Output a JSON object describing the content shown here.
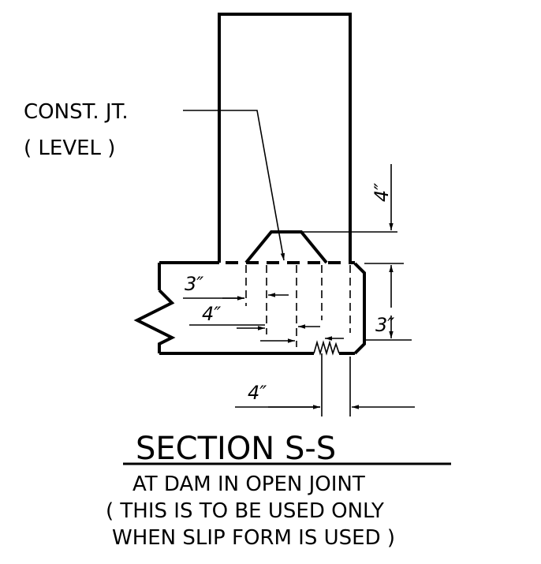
{
  "labels": {
    "const_joint_line1": "CONST. JT.",
    "const_joint_line2": "( LEVEL )"
  },
  "dimensions": {
    "dim_4in_vertical": "4″",
    "dim_3in_left": "3″",
    "dim_4in_left": "4″",
    "dim_3in_right": "3″",
    "dim_4in_bottom": "4″"
  },
  "title": {
    "main": "SECTION S-S",
    "line1": "AT DAM IN OPEN JOINT",
    "line2": "( THIS IS TO BE USED ONLY",
    "line3": "WHEN SLIP FORM IS USED )"
  }
}
